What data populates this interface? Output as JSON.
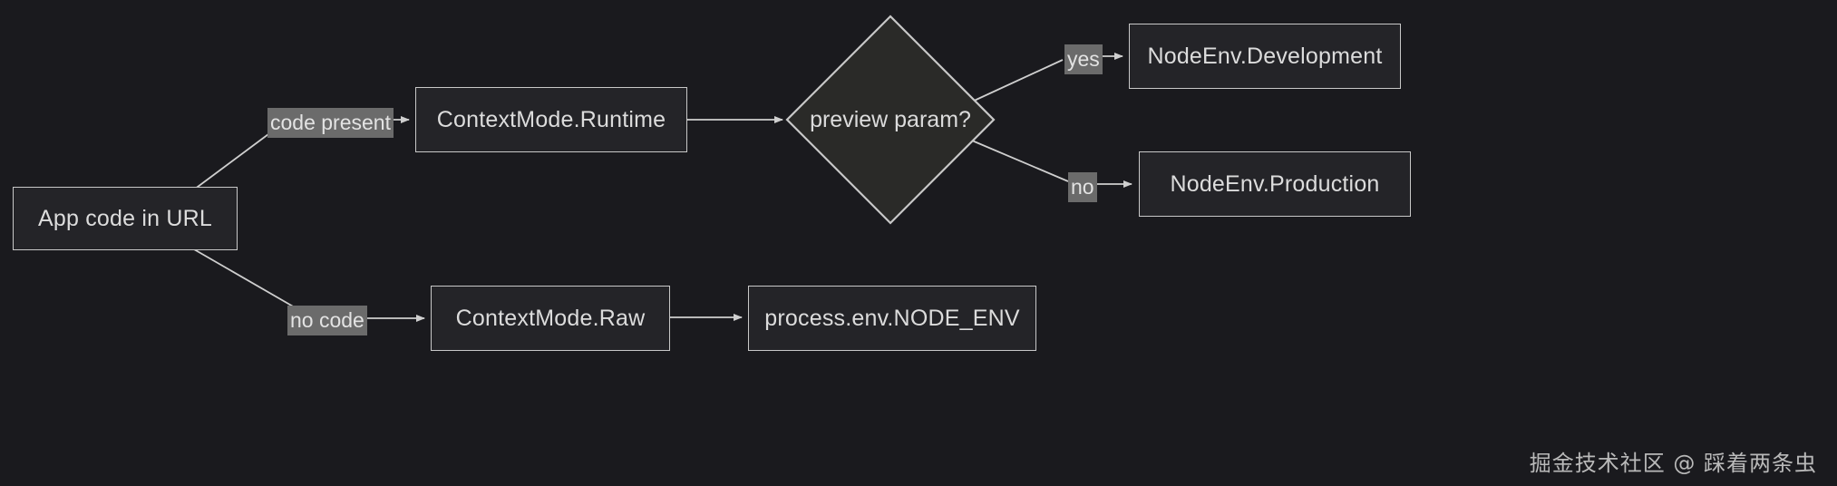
{
  "diagram": {
    "background_color": "#1a1a1e",
    "node_fill_color": "#242428",
    "node_border_color": "#c8c8c8",
    "text_color": "#dcdcdc",
    "edge_color": "#cfcfcf",
    "edge_label_background": "#6b6b6b",
    "type": "flowchart",
    "direction": "left-to-right",
    "nodes": [
      {
        "id": "app_code",
        "label": "App code in URL",
        "shape": "rect"
      },
      {
        "id": "ctx_runtime",
        "label": "ContextMode.Runtime",
        "shape": "rect"
      },
      {
        "id": "preview",
        "label": "preview param?",
        "shape": "diamond"
      },
      {
        "id": "dev",
        "label": "NodeEnv.Development",
        "shape": "rect"
      },
      {
        "id": "prod",
        "label": "NodeEnv.Production",
        "shape": "rect"
      },
      {
        "id": "ctx_raw",
        "label": "ContextMode.Raw",
        "shape": "rect"
      },
      {
        "id": "node_env",
        "label": "process.env.NODE_ENV",
        "shape": "rect"
      }
    ],
    "edges": [
      {
        "from": "app_code",
        "to": "ctx_runtime",
        "label": "code present"
      },
      {
        "from": "ctx_runtime",
        "to": "preview",
        "label": ""
      },
      {
        "from": "preview",
        "to": "dev",
        "label": "yes"
      },
      {
        "from": "preview",
        "to": "prod",
        "label": "no"
      },
      {
        "from": "app_code",
        "to": "ctx_raw",
        "label": "no code"
      },
      {
        "from": "ctx_raw",
        "to": "node_env",
        "label": ""
      }
    ],
    "edge_labels": {
      "code_present": "code present",
      "no_code": "no code",
      "yes": "yes",
      "no": "no"
    }
  },
  "watermark": {
    "text": "掘金技术社区 @ 踩着两条虫"
  }
}
